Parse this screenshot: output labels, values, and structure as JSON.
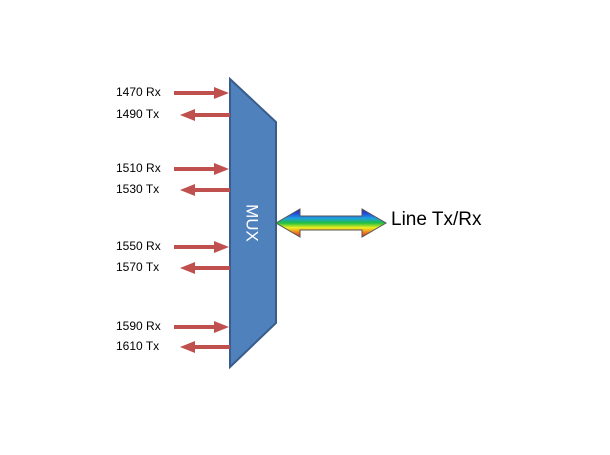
{
  "mux": {
    "label": "MUX",
    "fill": "#4F81BD",
    "stroke": "#385D8A"
  },
  "ports": [
    {
      "label": "1470 Rx",
      "direction": "in"
    },
    {
      "label": "1490 Tx",
      "direction": "out"
    },
    {
      "label": "1510 Rx",
      "direction": "in"
    },
    {
      "label": "1530 Tx",
      "direction": "out"
    },
    {
      "label": "1550 Rx",
      "direction": "in"
    },
    {
      "label": "1570 Tx",
      "direction": "out"
    },
    {
      "label": "1590 Rx",
      "direction": "in"
    },
    {
      "label": "1610 Tx",
      "direction": "out"
    }
  ],
  "arrow_color": "#C0504D",
  "line": {
    "label": "Line Tx/Rx",
    "gradient": [
      "#3A1FB8",
      "#1F4FE0",
      "#1FA0E0",
      "#20C040",
      "#F0F020",
      "#F08020",
      "#E02020"
    ]
  }
}
